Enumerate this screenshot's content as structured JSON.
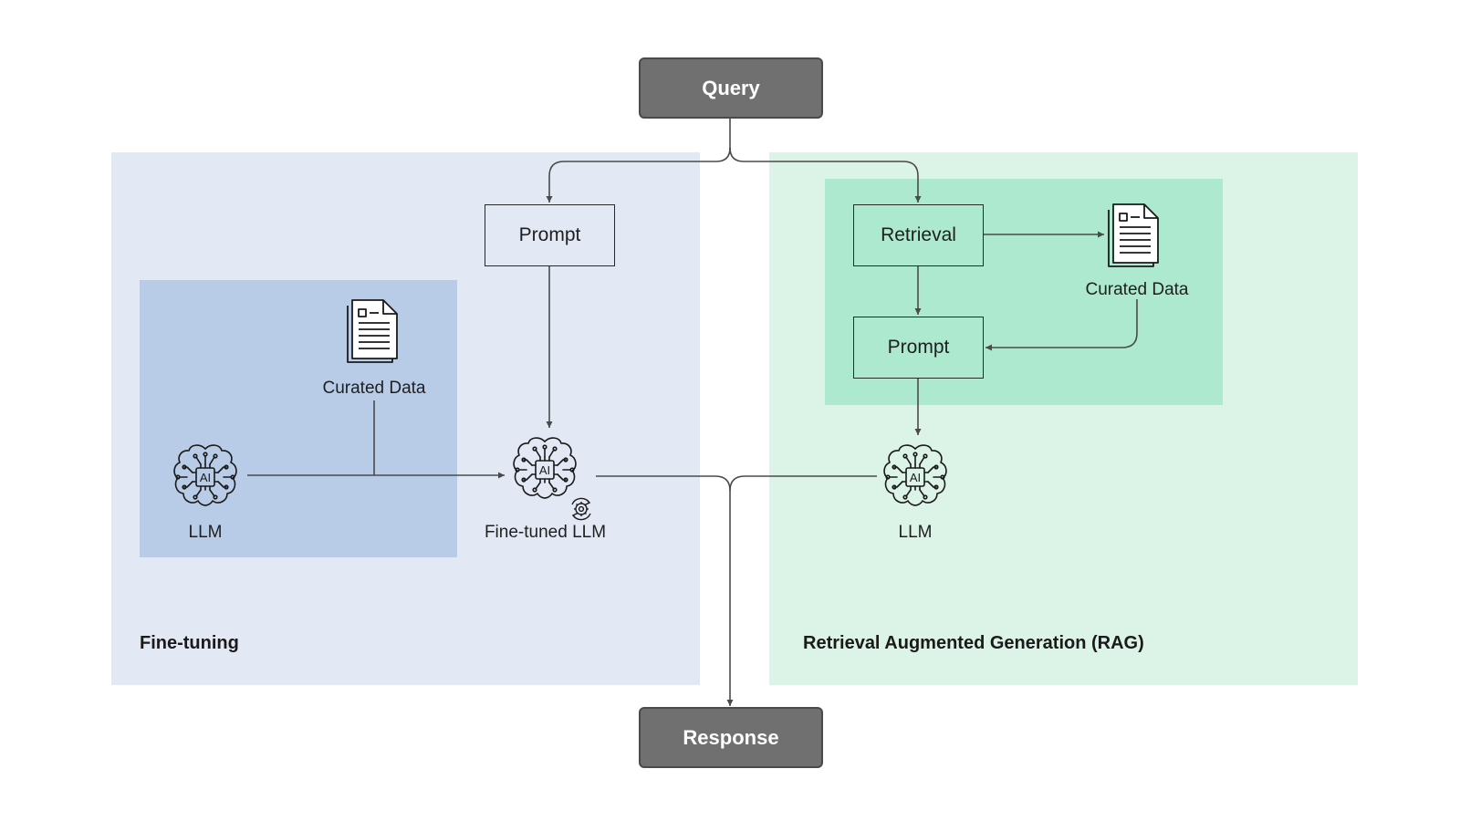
{
  "nodes": {
    "query": "Query",
    "response": "Response",
    "ft_prompt": "Prompt",
    "rag_retrieval": "Retrieval",
    "rag_prompt": "Prompt"
  },
  "labels": {
    "ft_curated_data": "Curated Data",
    "ft_llm": "LLM",
    "ft_tuned_llm": "Fine-tuned LLM",
    "rag_curated_data": "Curated Data",
    "rag_llm": "LLM"
  },
  "sections": {
    "fine_tuning": "Fine-tuning",
    "rag": "Retrieval Augmented Generation (RAG)"
  },
  "icons": {
    "document": "document-icon",
    "brain": "ai-brain-icon",
    "gear": "gear-refresh-icon"
  },
  "colors": {
    "fine_tuning_bg": "#e2e8f4",
    "fine_tuning_inner": "#b8cce8",
    "rag_bg": "#dcf4e7",
    "rag_inner": "#ade9cf",
    "terminal_box": "#707070"
  }
}
